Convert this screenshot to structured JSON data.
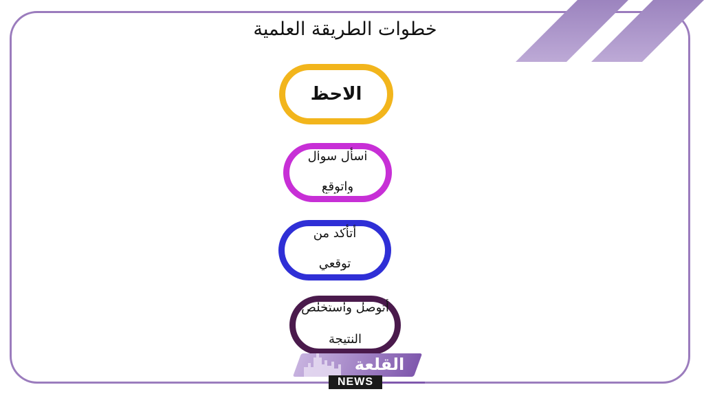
{
  "title": "خطوات الطريقة العلمية",
  "steps": [
    {
      "line1": "الاحظ",
      "line2": "",
      "color": "#f2b51c"
    },
    {
      "line1": "اسأل سوال",
      "line2": "واتوقع",
      "color": "#c72fd6"
    },
    {
      "line1": "أتأكد من",
      "line2": "توقعي",
      "color": "#2f2fd6"
    },
    {
      "line1": "أتوصل واستخلص",
      "line2": "النتيجة",
      "color": "#4a1a4c"
    }
  ],
  "watermark": {
    "brand": "القلعة",
    "news": "NEWS"
  },
  "colors": {
    "frame": "#9b7cbd",
    "stripes": "#8d73b4"
  }
}
